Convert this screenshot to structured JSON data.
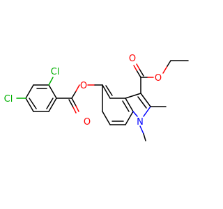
{
  "molecule": {
    "colors": {
      "carbon": "#000000",
      "oxygen": "#ff0000",
      "nitrogen": "#0000ff",
      "chlorine": "#00b000"
    },
    "atoms": {
      "chlorine_para": "Cl",
      "chlorine_ortho": "Cl",
      "ester_oxygen_aryl": "O",
      "carbonyl_oxygen_aryl": "O",
      "carbonyl_oxygen_ethyl": "O",
      "ester_oxygen_ethyl": "O",
      "indole_nitrogen": "N"
    }
  }
}
